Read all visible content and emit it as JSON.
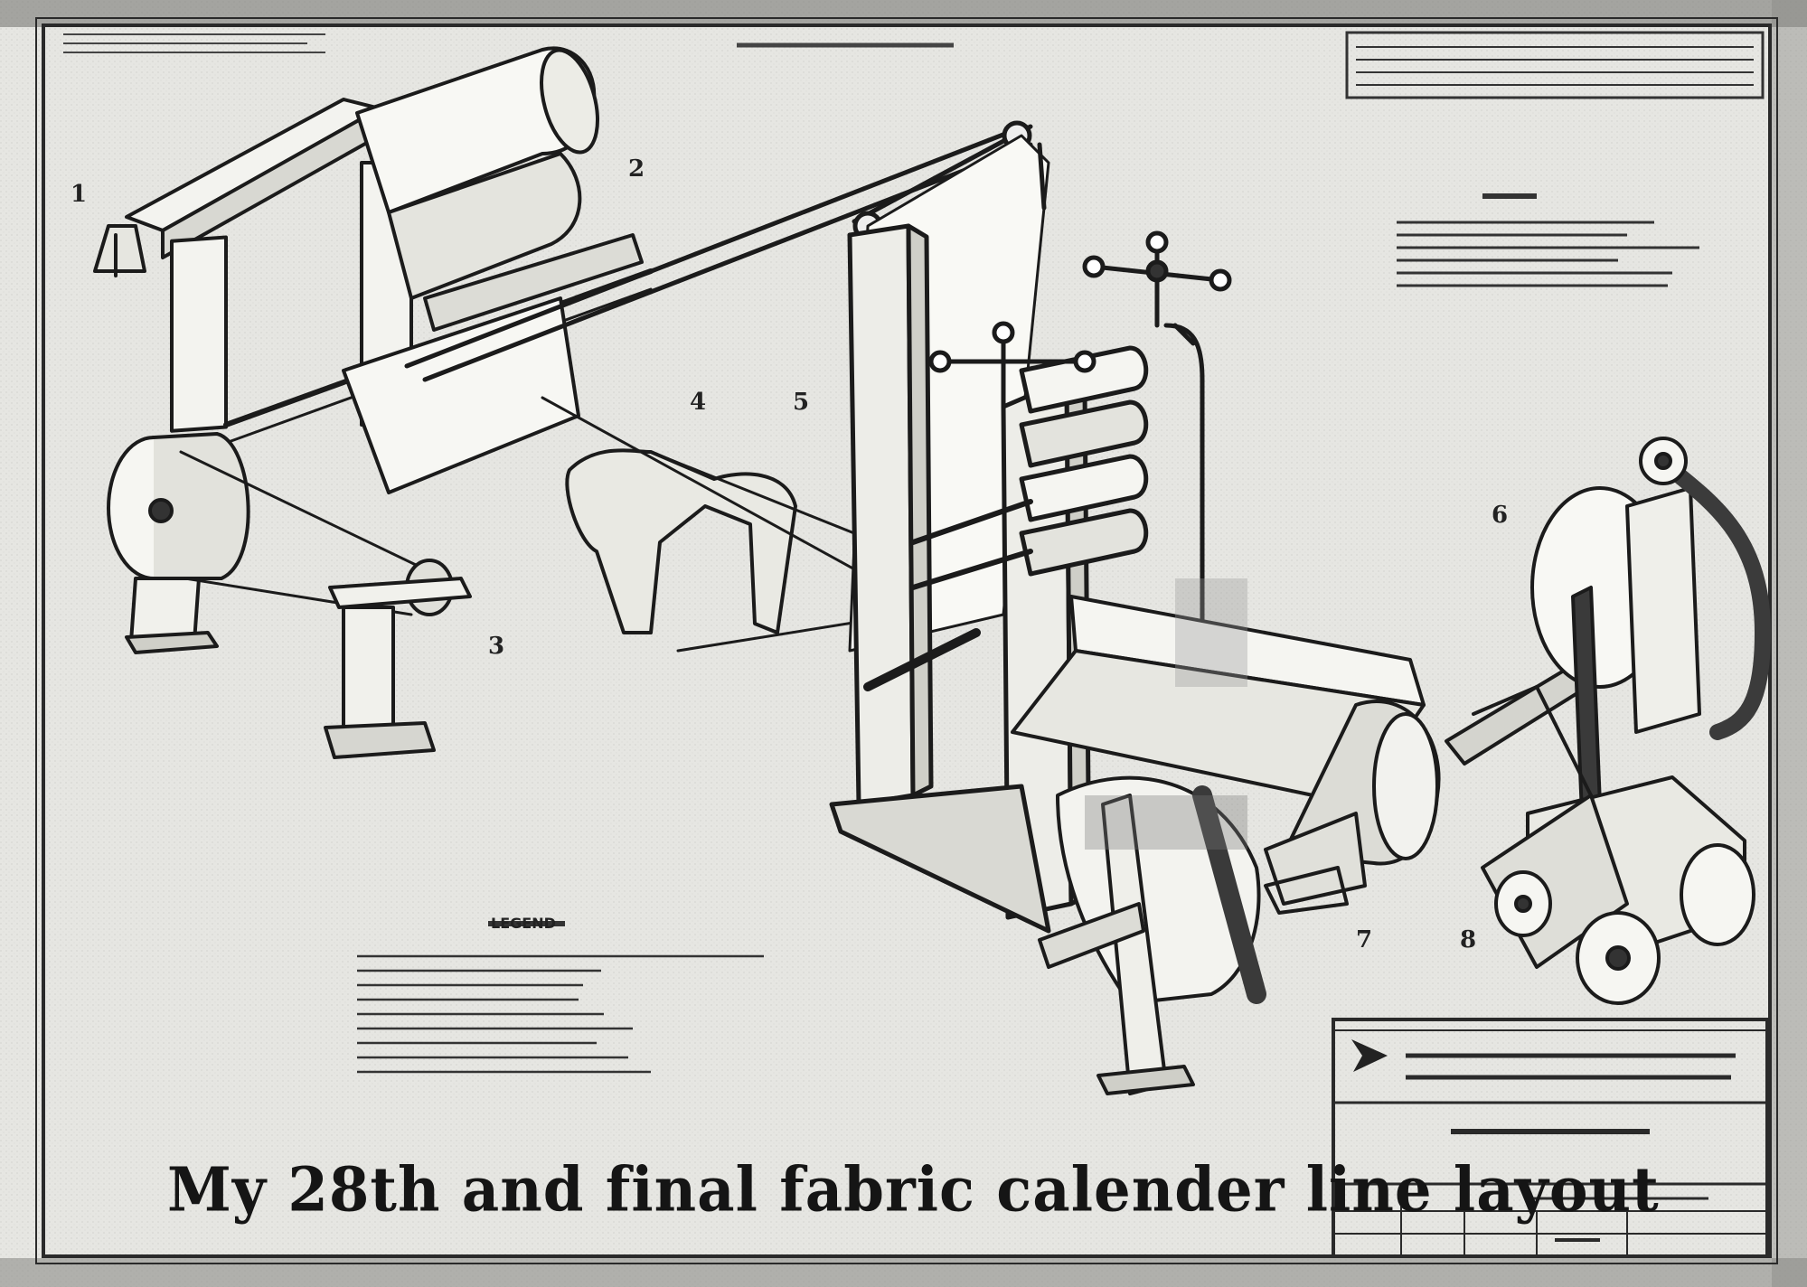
{
  "caption": "My 28th and final fabric calender line layout",
  "callouts": [
    "1",
    "2",
    "3",
    "4",
    "5",
    "6",
    "7",
    "8"
  ],
  "legend_title": "LEGEND",
  "colors": {
    "paper": "#e8e8e4",
    "ink": "#151515",
    "frame": "#2a2a2a"
  }
}
